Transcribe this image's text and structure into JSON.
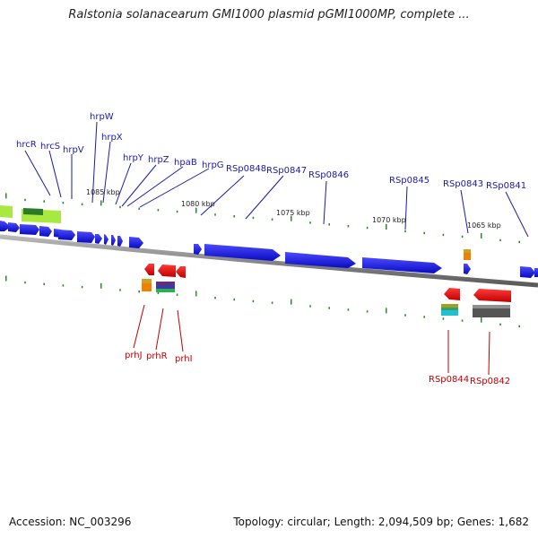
{
  "title": "Ralstonia solanacearum GMI1000 plasmid pGMI1000MP, complete ...",
  "footer": {
    "accession": "Accession: NC_003296",
    "stats": "Topology: circular; Length: 2,094,509 bp; Genes: 1,682"
  },
  "ticks": [
    "1085 kbp",
    "1080 kbp",
    "1075 kbp",
    "1070 kbp",
    "1065 kbp"
  ],
  "top_labels": [
    "hrcR",
    "hrcS",
    "hrpV",
    "hrpW",
    "hrpX",
    "hrpY",
    "hrpZ",
    "hpaB",
    "hrpG",
    "RSp0848",
    "RSp0847",
    "RSp0846",
    "RSp0845",
    "RSp0843",
    "RSp0841"
  ],
  "bottom_labels": [
    "prhJ",
    "prhR",
    "prhI",
    "RSp0844",
    "RSp0842"
  ],
  "colors": {
    "forward_gene": "#1515e0",
    "reverse_gene": "#e00000",
    "backbone": "#8a8a8a",
    "tick": "#2a8a2a",
    "label_top": "#1a1aa8",
    "label_bottom": "#c00000"
  }
}
